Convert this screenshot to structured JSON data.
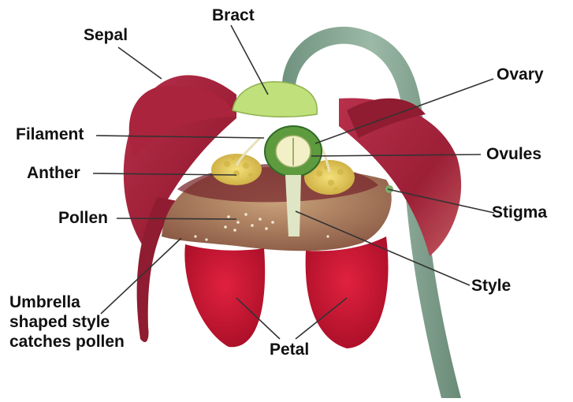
{
  "labels": {
    "bract": "Bract",
    "sepal": "Sepal",
    "ovary": "Ovary",
    "filament": "Filament",
    "ovules": "Ovules",
    "anther": "Anther",
    "stigma": "Stigma",
    "pollen": "Pollen",
    "style": "Style",
    "umbrella": "Umbrella\nshaped style\ncatches pollen",
    "petal": "Petal"
  },
  "colors": {
    "petal_red": "#c8102e",
    "sepal_red": "#a8233c",
    "stem_green": "#7d9f8c",
    "bract_green": "#b9dc6b",
    "anther_yellow": "#e8d25a",
    "style_cream": "#b08a63",
    "leader_line": "#333333"
  }
}
